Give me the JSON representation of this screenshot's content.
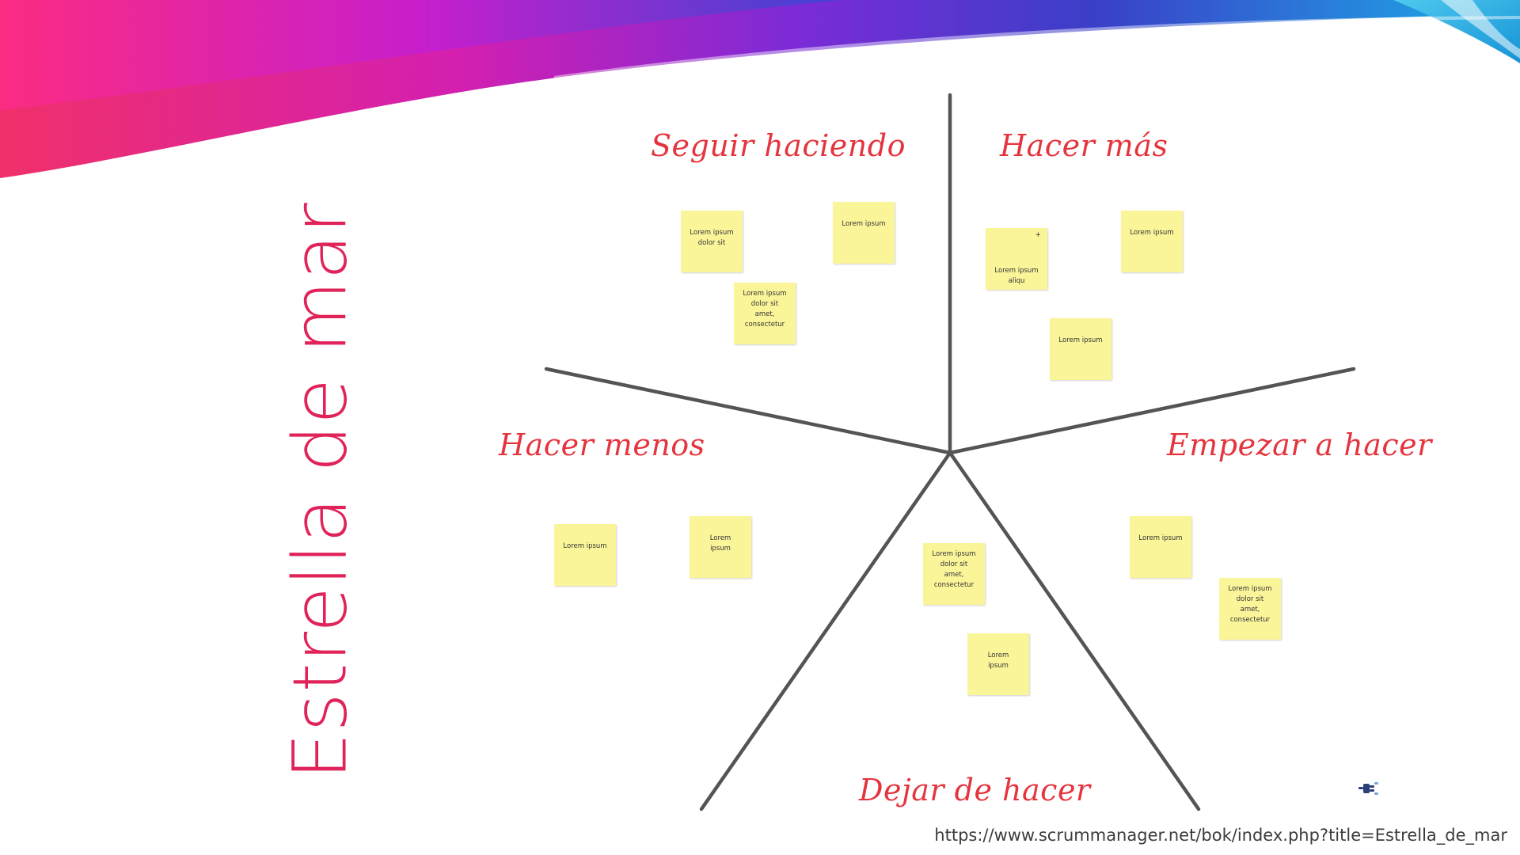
{
  "slide": {
    "title": "Estrella de mar",
    "source_url": "https://www.scrummanager.net/bok/index.php?title=Estrella_de_mar"
  },
  "board": {
    "sections": {
      "seguir": {
        "label": "Seguir haciendo"
      },
      "mas": {
        "label": "Hacer más"
      },
      "menos": {
        "label": "Hacer menos"
      },
      "empezar": {
        "label": "Empezar a hacer"
      },
      "dejar": {
        "label": "Dejar de hacer"
      }
    },
    "notes": {
      "seguir_1": "Lorem ipsum\ndolor sit",
      "seguir_2": "Lorem ipsum",
      "seguir_3": "Lorem ipsum\ndolor sit\namet,\nconsectetur",
      "mas_1": "Lorem ipsum\naliqu",
      "mas_1_mark": "+",
      "mas_2": "Lorem ipsum",
      "mas_3": "Lorem ipsum",
      "menos_1": "Lorem ipsum",
      "menos_2": "Lorem\nipsum",
      "dejar_1": "Lorem ipsum\ndolor sit\namet,\nconsectetur",
      "dejar_2": "Lorem\nipsum",
      "empezar_1": "Lorem ipsum",
      "empezar_2": "Lorem ipsum\ndolor sit\namet,\nconsectetur"
    }
  },
  "colors": {
    "title": "#e0245a",
    "section_label": "#e5343d",
    "note": "#fbf59a",
    "line": "#545454"
  },
  "icons": {
    "corner": "plug-icon"
  }
}
